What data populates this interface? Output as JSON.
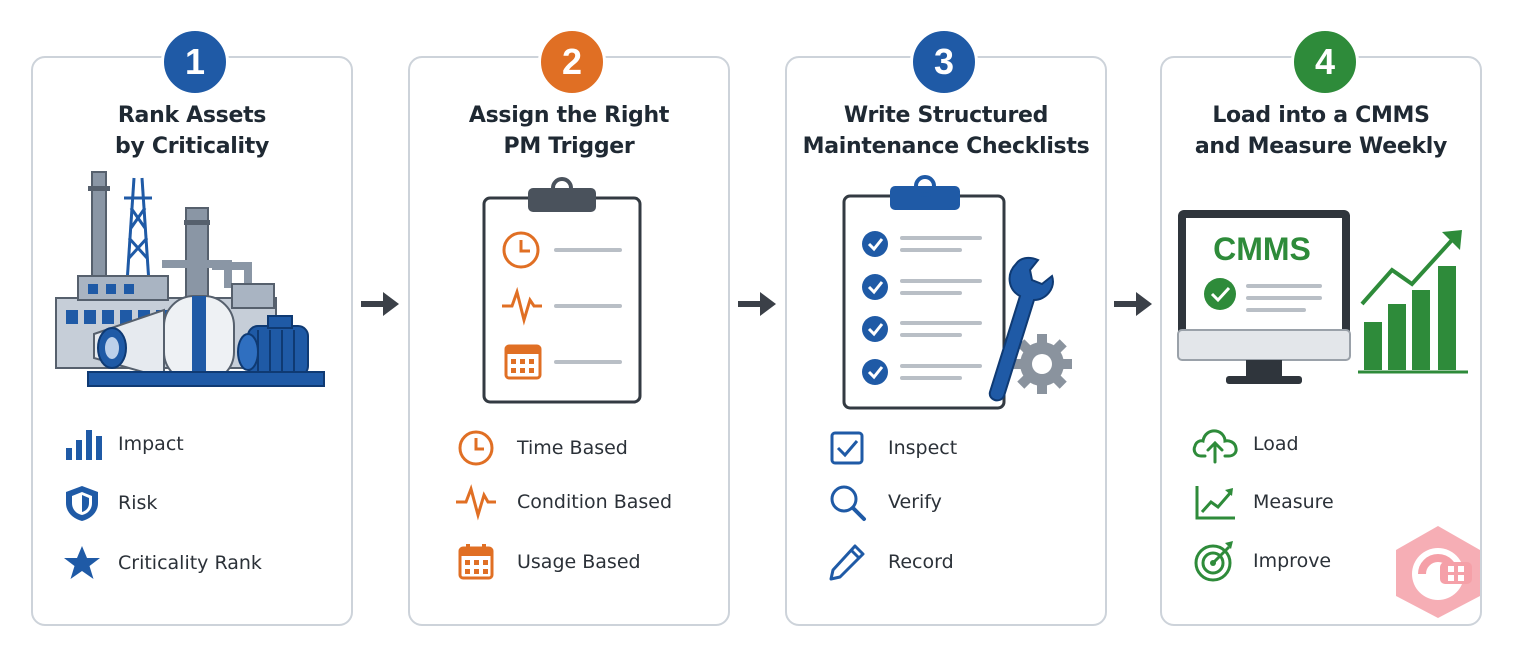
{
  "colors": {
    "step1": "#1f5aa6",
    "step2": "#e06f24",
    "step3": "#1f5aa6",
    "step4": "#2e8b3a",
    "border": "#cdd3da",
    "arrow": "#3b4048"
  },
  "steps": [
    {
      "number": "1",
      "title_line1": "Rank Assets",
      "title_line2": "by Criticality",
      "items": [
        {
          "icon": "bar-chart-icon",
          "label": "Impact"
        },
        {
          "icon": "shield-icon",
          "label": "Risk"
        },
        {
          "icon": "star-icon",
          "label": "Criticality Rank"
        }
      ]
    },
    {
      "number": "2",
      "title_line1": "Assign the Right",
      "title_line2": "PM Trigger",
      "items": [
        {
          "icon": "clock-icon",
          "label": "Time Based"
        },
        {
          "icon": "pulse-icon",
          "label": "Condition Based"
        },
        {
          "icon": "calendar-icon",
          "label": "Usage Based"
        }
      ]
    },
    {
      "number": "3",
      "title_line1": "Write Structured",
      "title_line2": "Maintenance Checklists",
      "items": [
        {
          "icon": "checkbox-icon",
          "label": "Inspect"
        },
        {
          "icon": "magnifier-icon",
          "label": "Verify"
        },
        {
          "icon": "pencil-icon",
          "label": "Record"
        }
      ]
    },
    {
      "number": "4",
      "title_line1": "Load into a CMMS",
      "title_line2": "and Measure Weekly",
      "screen_text": "CMMS",
      "items": [
        {
          "icon": "cloud-upload-icon",
          "label": "Load"
        },
        {
          "icon": "trend-chart-icon",
          "label": "Measure"
        },
        {
          "icon": "target-icon",
          "label": "Improve"
        }
      ]
    }
  ]
}
